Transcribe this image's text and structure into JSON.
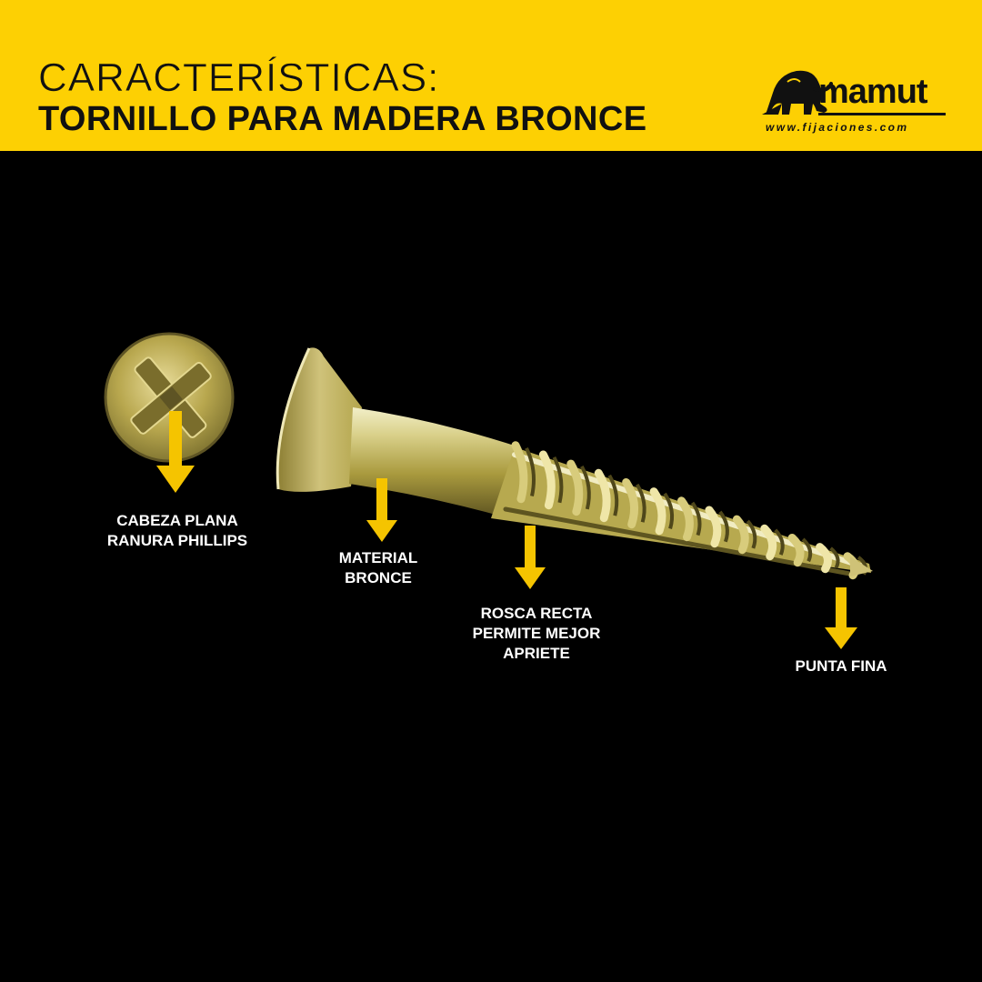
{
  "header": {
    "title_line1": "CARACTERÍSTICAS:",
    "title_line2": "TORNILLO PARA MADERA BRONCE"
  },
  "logo": {
    "brand": "mamut",
    "url": "www.fijaciones.com",
    "icon": "mammoth-icon"
  },
  "colors": {
    "banner": "#fdd003",
    "background": "#000000",
    "arrow": "#f5c400",
    "label_text": "#ffffff",
    "brass": "#c8b552"
  },
  "callouts": [
    {
      "id": "head",
      "lines": [
        "CABEZA PLANA",
        "RANURA PHILLIPS"
      ]
    },
    {
      "id": "material",
      "lines": [
        "MATERIAL",
        "BRONCE"
      ]
    },
    {
      "id": "thread",
      "lines": [
        "ROSCA RECTA",
        "PERMITE MEJOR",
        "APRIETE"
      ]
    },
    {
      "id": "tip",
      "lines": [
        "PUNTA FINA"
      ]
    }
  ]
}
